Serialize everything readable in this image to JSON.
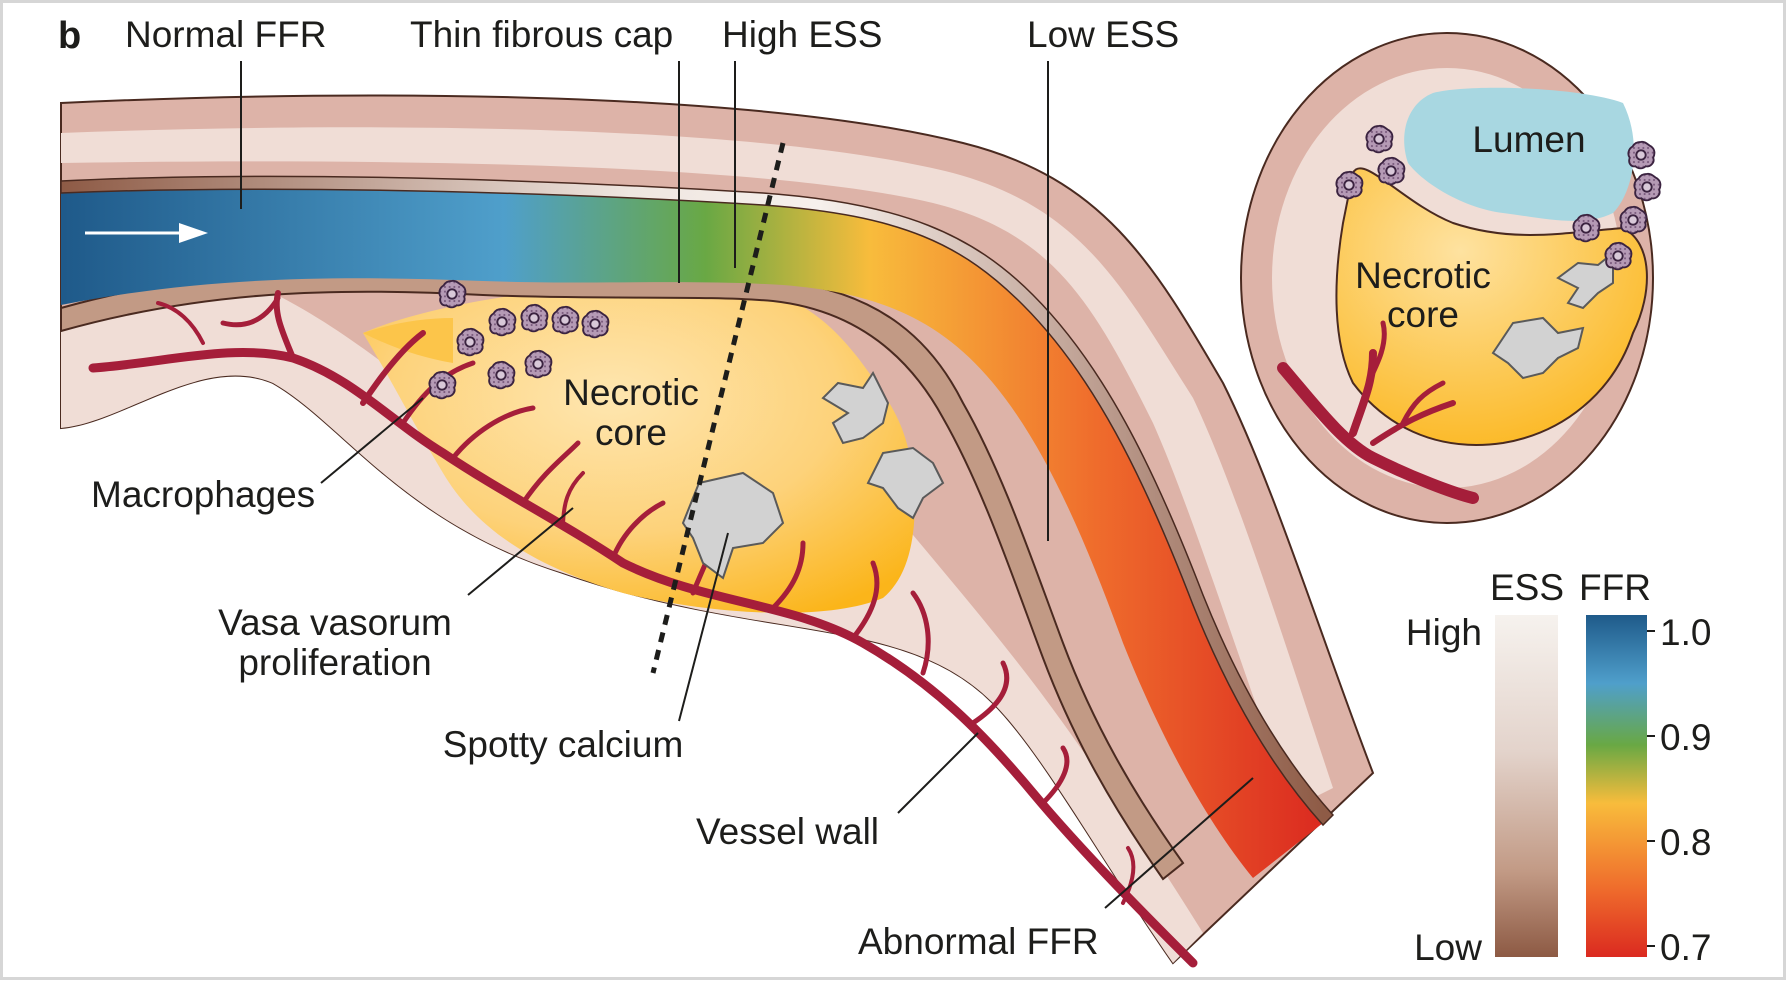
{
  "panel_letter": "b",
  "labels": {
    "normal_ffr": "Normal FFR",
    "thin_fibrous_cap": "Thin fibrous cap",
    "high_ess": "High ESS",
    "low_ess": "Low ESS",
    "macrophages": "Macrophages",
    "vasa_vasorum_line1": "Vasa vasorum",
    "vasa_vasorum_line2": "proliferation",
    "spotty_calcium": "Spotty calcium",
    "vessel_wall": "Vessel wall",
    "abnormal_ffr": "Abnormal FFR",
    "necrotic_core_line1": "Necrotic",
    "necrotic_core_line2": "core"
  },
  "cross_section": {
    "lumen": "Lumen",
    "necrotic_core_line1": "Necrotic",
    "necrotic_core_line2": "core"
  },
  "legend": {
    "ess_title": "ESS",
    "ffr_title": "FFR",
    "ess_high": "High",
    "ess_low": "Low",
    "ffr_ticks": [
      "1.0",
      "0.9",
      "0.8",
      "0.7"
    ]
  },
  "colors": {
    "ffr_scale": [
      "#1f5a8a",
      "#4f9fcb",
      "#69a844",
      "#f8bc3c",
      "#ef6c2c",
      "#db2a20"
    ],
    "ess_scale": [
      "#f6f2ee",
      "#e3d3cb",
      "#c29a85",
      "#8d5a44"
    ],
    "vessel_wall": "#ddb3a8",
    "necrotic_core": "#fcc54a",
    "vasa_vasorum": "#a51e3a",
    "lumen_cross_section": "#a8d7e1"
  }
}
